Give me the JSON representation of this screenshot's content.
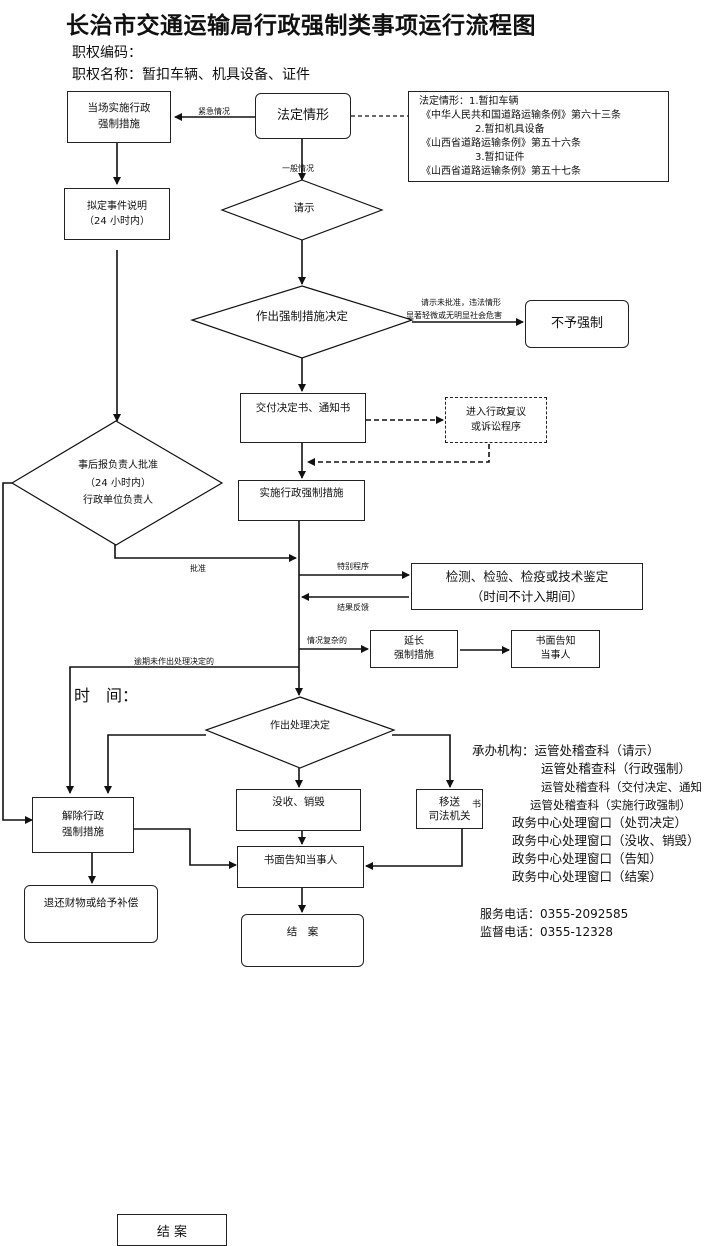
{
  "header": {
    "title": "长治市交通运输局行政强制类事项运行流程图",
    "code_label": "职权编码：",
    "name_label": "职权名称：暂扣车辆、机具设备、证件"
  },
  "nodes": {
    "onsite": [
      "当场实施行政",
      "强制措施"
    ],
    "legal": "法定情形",
    "legal_note": [
      "法定情形：1.暂扣车辆",
      "《中华人民共和国道路运输条例》第六十三条",
      "2.暂扣机具设备",
      "《山西省道路运输条例》第五十六条",
      "3.暂扣证件",
      "《山西省道路运输条例》第五十七条"
    ],
    "draft": [
      "拟定事件说明",
      "（24 小时内）"
    ],
    "request": "请示",
    "decide": "作出强制措施决定",
    "no_enforce": "不予强制",
    "deliver": "交付决定书、通知书",
    "review": [
      "进入行政复议",
      "或诉讼程序"
    ],
    "approve_after": [
      "事后报负责人批准",
      "（24 小时内）",
      "行政单位负责人"
    ],
    "implement": "实施行政强制措施",
    "inspect": [
      "检测、检验、检疫或技术鉴定",
      "（时间不计入期间）"
    ],
    "extend": [
      "延长",
      "强制措施"
    ],
    "notify_extend": [
      "书面告知",
      "当事人"
    ],
    "time_label": "时　间：",
    "process_decide": "作出处理决定",
    "release": [
      "解除行政",
      "强制措施"
    ],
    "confiscate": "没收、销毁",
    "transfer": [
      "移送",
      "司法机关"
    ],
    "transfer_mark": "书",
    "notify_party": "书面告知当事人",
    "refund": "退还财物或给予补偿",
    "close": "结　案",
    "bottom_close": "结 案"
  },
  "edge_labels": {
    "urgent": "紧急情况",
    "general": "一般情况",
    "not_approved": [
      "请示未批准，违法情形",
      "显著轻微或无明显社会危害"
    ],
    "approved": "批准",
    "special": "特别程序",
    "feedback": "结果反馈",
    "complex": "情况复杂的",
    "overdue": "逾期未作出处理决定的"
  },
  "agencies": {
    "lines": [
      "承办机构：运管处稽查科（请示）",
      "运管处稽查科（行政强制）",
      "运管处稽查科（交付决定、通知",
      "运管处稽查科（实施行政强制）",
      "政务中心处理窗口（处罚决定）",
      "政务中心处理窗口（没收、销毁）",
      "政务中心处理窗口（告知）",
      "政务中心处理窗口（结案）"
    ]
  },
  "contacts": {
    "service": "服务电话：0355-2092585",
    "supervise": "监督电话：0355-12328"
  }
}
